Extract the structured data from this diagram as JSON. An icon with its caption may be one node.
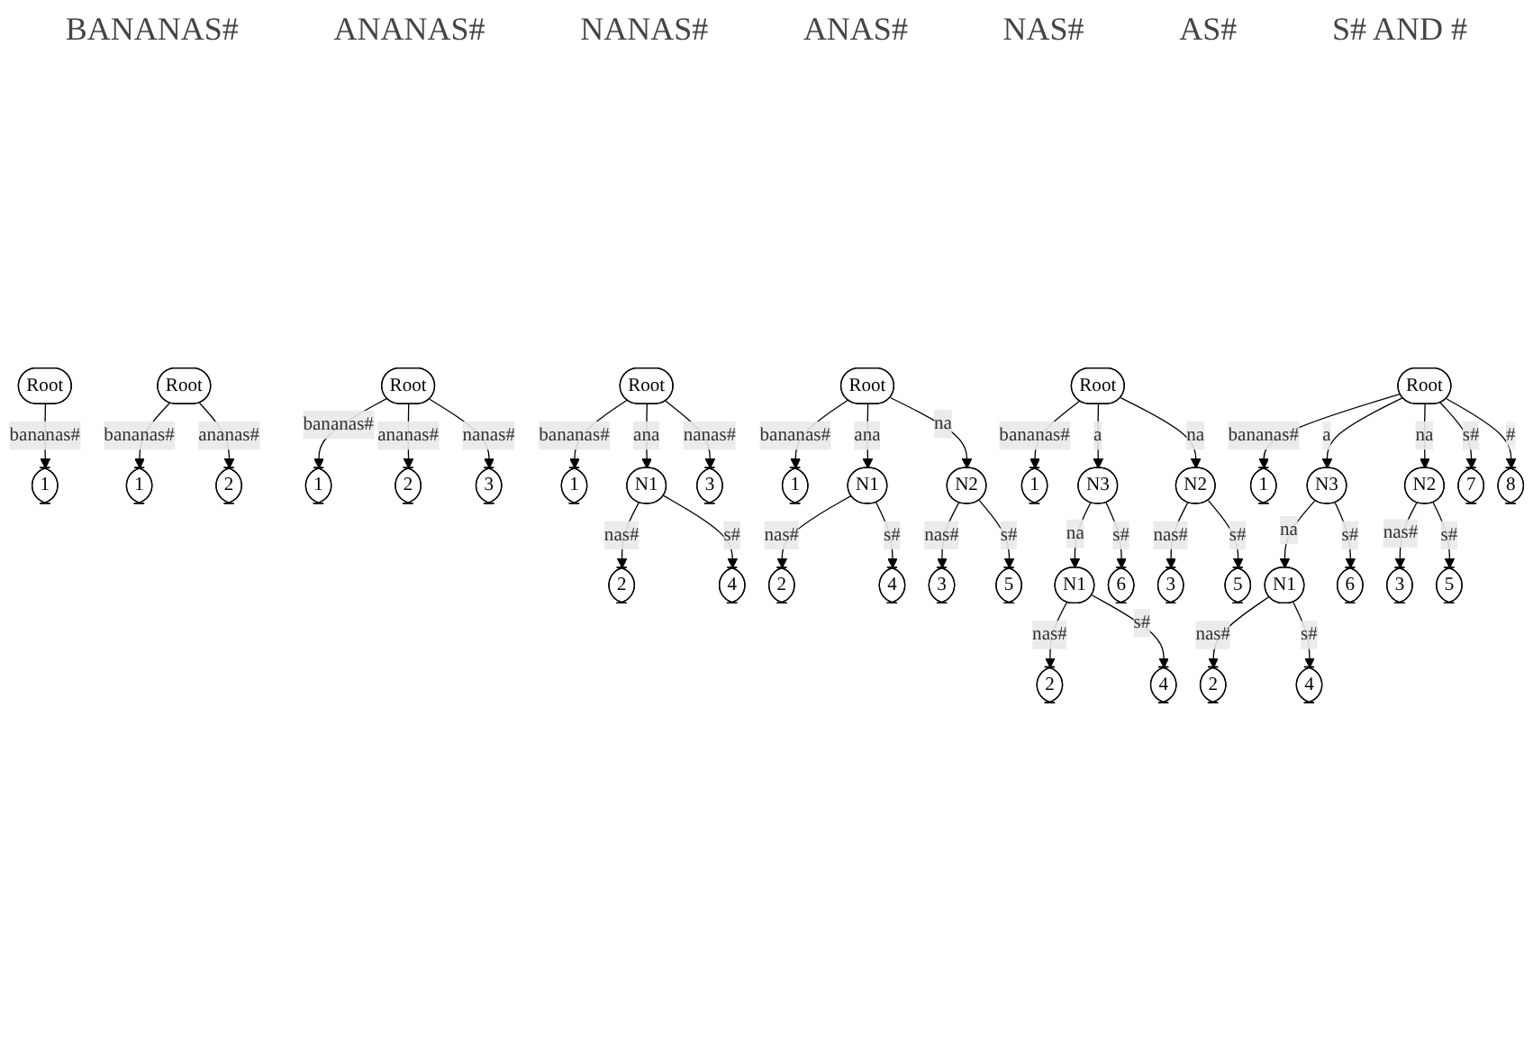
{
  "diagram": {
    "nodes": [
      {
        "text": [
          "Root"
        ]
      },
      {
        "text": [
          "1"
        ]
      },
      {
        "text": [
          "Root"
        ]
      },
      {
        "text": [
          "1"
        ]
      },
      {
        "text": [
          "2"
        ]
      },
      {
        "text": [
          "Root"
        ]
      },
      {
        "text": [
          "1"
        ]
      },
      {
        "text": [
          "2"
        ]
      },
      {
        "text": [
          "3"
        ]
      },
      {
        "text": [
          "Root"
        ]
      },
      {
        "text": [
          "1"
        ]
      },
      {
        "text": [
          "N1"
        ]
      },
      {
        "text": [
          "3"
        ]
      },
      {
        "text": [
          "2"
        ]
      },
      {
        "text": [
          "4"
        ]
      },
      {
        "text": [
          "Root"
        ]
      },
      {
        "text": [
          "1"
        ]
      },
      {
        "text": [
          "N1"
        ]
      },
      {
        "text": [
          "N2"
        ]
      },
      {
        "text": [
          "2"
        ]
      },
      {
        "text": [
          "4"
        ]
      },
      {
        "text": [
          "3"
        ]
      },
      {
        "text": [
          "5"
        ]
      },
      {
        "text": [
          "Root"
        ]
      },
      {
        "text": [
          "1"
        ]
      },
      {
        "text": [
          "N3"
        ]
      },
      {
        "text": [
          "N2"
        ]
      },
      {
        "text": [
          "N1"
        ]
      },
      {
        "text": [
          "6"
        ]
      },
      {
        "text": [
          "3"
        ]
      },
      {
        "text": [
          "5"
        ]
      },
      {
        "text": [
          "2"
        ]
      },
      {
        "text": [
          "4"
        ]
      },
      {
        "text": [
          "Root"
        ]
      },
      {
        "text": [
          "1"
        ]
      },
      {
        "text": [
          "N3"
        ]
      },
      {
        "text": [
          "N2"
        ]
      },
      {
        "text": [
          "7"
        ]
      },
      {
        "text": [
          "8"
        ]
      },
      {
        "text": [
          "N1"
        ]
      },
      {
        "text": [
          "6"
        ]
      },
      {
        "text": [
          "3"
        ]
      },
      {
        "text": [
          "5"
        ]
      },
      {
        "text": [
          "2"
        ]
      },
      {
        "text": [
          "4"
        ]
      }
    ],
    "edges": [
      {
        "from": 0,
        "to": 1,
        "arrow": "to",
        "label": "bananas#"
      },
      {
        "from": 2,
        "to": 3,
        "arrow": "to",
        "label": "bananas#"
      },
      {
        "from": 2,
        "to": 4,
        "arrow": "to",
        "label": "ananas#"
      },
      {
        "from": 5,
        "to": 6,
        "arrow": "to",
        "label": "bananas#"
      },
      {
        "from": 5,
        "to": 7,
        "arrow": "to",
        "label": "ananas#"
      },
      {
        "from": 5,
        "to": 8,
        "arrow": "to",
        "label": "nanas#"
      },
      {
        "from": 9,
        "to": 10,
        "arrow": "to",
        "label": "bananas#"
      },
      {
        "from": 9,
        "to": 11,
        "arrow": "to",
        "label": "ana"
      },
      {
        "from": 9,
        "to": 12,
        "arrow": "to",
        "label": "nanas#"
      },
      {
        "from": 11,
        "to": 13,
        "arrow": "to",
        "label": "nas#"
      },
      {
        "from": 11,
        "to": 14,
        "arrow": "to",
        "label": "s#"
      },
      {
        "from": 15,
        "to": 16,
        "arrow": "to",
        "label": "bananas#"
      },
      {
        "from": 15,
        "to": 17,
        "arrow": "to",
        "label": "ana"
      },
      {
        "from": 15,
        "to": 18,
        "arrow": "to",
        "label": "na"
      },
      {
        "from": 17,
        "to": 19,
        "arrow": "to",
        "label": "nas#"
      },
      {
        "from": 17,
        "to": 20,
        "arrow": "to",
        "label": "s#"
      },
      {
        "from": 18,
        "to": 21,
        "arrow": "to",
        "label": "nas#"
      },
      {
        "from": 18,
        "to": 22,
        "arrow": "to",
        "label": "s#"
      },
      {
        "from": 23,
        "to": 24,
        "arrow": "to",
        "label": "bananas#"
      },
      {
        "from": 23,
        "to": 25,
        "arrow": "to",
        "label": "a"
      },
      {
        "from": 23,
        "to": 26,
        "arrow": "to",
        "label": "na"
      },
      {
        "from": 25,
        "to": 27,
        "arrow": "to",
        "label": "na"
      },
      {
        "from": 25,
        "to": 28,
        "arrow": "to",
        "label": "s#"
      },
      {
        "from": 26,
        "to": 29,
        "arrow": "to",
        "label": "nas#"
      },
      {
        "from": 26,
        "to": 30,
        "arrow": "to",
        "label": "s#"
      },
      {
        "from": 27,
        "to": 31,
        "arrow": "to",
        "label": "nas#"
      },
      {
        "from": 27,
        "to": 32,
        "arrow": "to",
        "label": "s#"
      },
      {
        "from": 33,
        "to": 34,
        "arrow": "to",
        "label": "bananas#"
      },
      {
        "from": 33,
        "to": 35,
        "arrow": "to",
        "label": "a"
      },
      {
        "from": 33,
        "to": 36,
        "arrow": "to",
        "label": "na"
      },
      {
        "from": 33,
        "to": 37,
        "arrow": "to",
        "label": "s#"
      },
      {
        "from": 33,
        "to": 38,
        "arrow": "to",
        "label": "#"
      },
      {
        "from": 35,
        "to": 39,
        "arrow": "to",
        "label": "na"
      },
      {
        "from": 35,
        "to": 40,
        "arrow": "to",
        "label": "s#"
      },
      {
        "from": 36,
        "to": 41,
        "arrow": "to",
        "label": "nas#"
      },
      {
        "from": 36,
        "to": 42,
        "arrow": "to",
        "label": "s#"
      },
      {
        "from": 39,
        "to": 43,
        "arrow": "to",
        "label": "nas#"
      },
      {
        "from": 39,
        "to": 44,
        "arrow": "to",
        "label": "s#"
      }
    ],
    "labels": [
      "BANANAS#",
      "ANANAS#",
      "NANAS#",
      "ANAS#",
      "NAS#",
      "AS#",
      "S# AND #"
    ]
  }
}
